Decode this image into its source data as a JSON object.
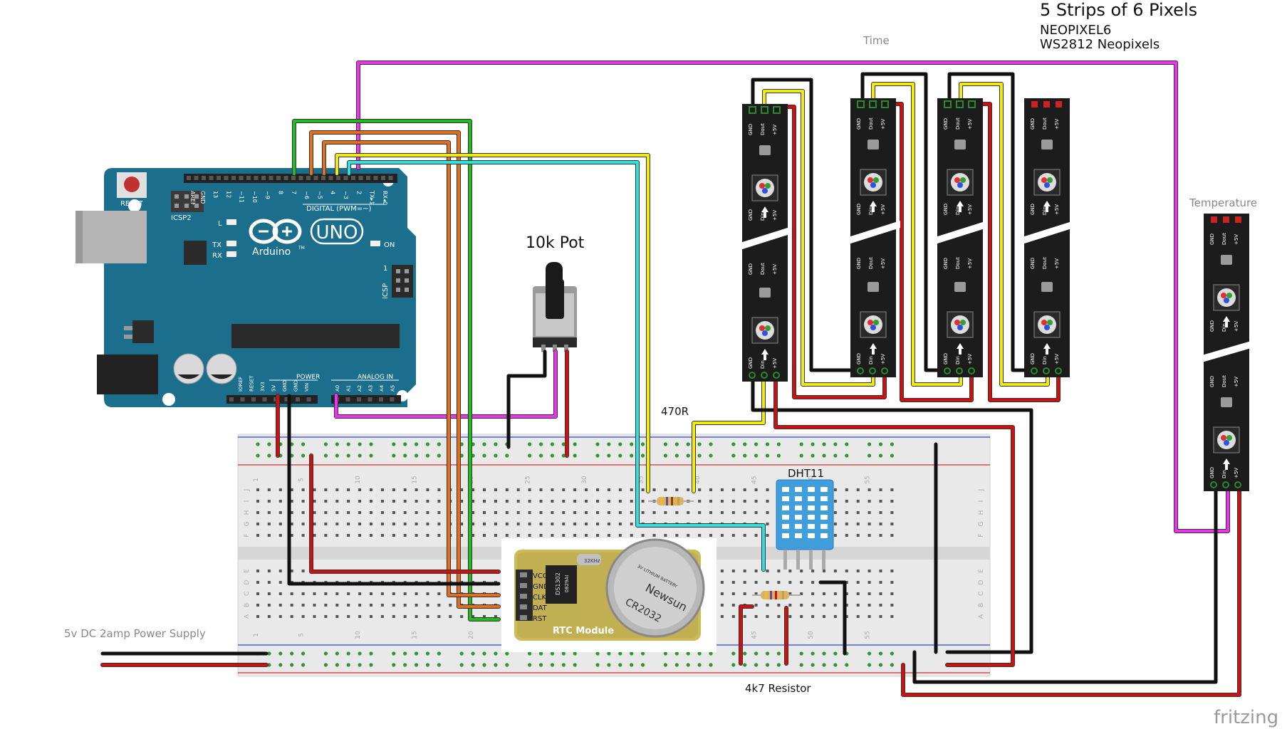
{
  "labels": {
    "strips_title": "5 Strips of 6 Pixels",
    "strips_sub1": "NEOPIXEL6",
    "strips_sub2": "WS2812 Neopixels",
    "time": "Time",
    "temperature": "Temperature",
    "pot": "10k Pot",
    "r470": "470R",
    "dht": "DHT11",
    "r4k7": "4k7 Resistor",
    "power": "5v DC 2amp Power Supply",
    "logo": "fritzing"
  },
  "arduino": {
    "reset": "RESET",
    "icsp2": "ICSP2",
    "digital": "DIGITAL (PWM=~)",
    "power": "POWER",
    "analog": "ANALOG IN",
    "brand": "Arduino",
    "model": "UNO",
    "tm": "TM",
    "on": "ON",
    "l": "L",
    "tx": "TX",
    "rx": "RX",
    "icsp": "ICSP",
    "icsp1": "1",
    "aref": "AREF",
    "gnd": "GND",
    "pins_top": [
      "13",
      "12",
      "~11",
      "~10",
      "~9",
      "8",
      "7",
      "~6",
      "~5",
      "4",
      "~3",
      "2",
      "TX▸1",
      "RX◂0"
    ],
    "pins_power": [
      "IOREF",
      "RESET",
      "3V3",
      "5V",
      "GND",
      "GND",
      "VIN"
    ],
    "pins_analog": [
      "A0",
      "A1",
      "A2",
      "A3",
      "A4",
      "A5"
    ]
  },
  "strip_pins": {
    "gnd": "GND",
    "dout": "Dout",
    "din": "Din",
    "v5": "+5V"
  },
  "rtc": {
    "title": "RTC Module",
    "pins": [
      "VCC",
      "GND",
      "CLK",
      "DAT",
      "RST"
    ],
    "battery": "CR2032",
    "battery_brand": "Newsun",
    "battery_small": "3V LITHIUM BATTERY",
    "chip": "DS1302",
    "chip2": "0829AI",
    "xtal": "32KHz"
  },
  "breadboard": {
    "rows": [
      "J",
      "I",
      "H",
      "G",
      "F",
      "E",
      "D",
      "C",
      "B",
      "A"
    ],
    "cols": [
      "1",
      "5",
      "10",
      "15",
      "20",
      "25",
      "30",
      "35",
      "40",
      "45",
      "50",
      "55"
    ]
  },
  "colors": {
    "arduino_blue": "#1b6f8c",
    "strip": "#1c1c1c",
    "wire_black": "#1a1a1a",
    "wire_red": "#cc1111",
    "wire_yellow": "#f2ea14",
    "wire_magenta": "#ee33ee",
    "wire_cyan": "#33e0e0",
    "wire_green": "#22bb22",
    "wire_orange": "#e07020",
    "dht_blue": "#3f9edb"
  }
}
